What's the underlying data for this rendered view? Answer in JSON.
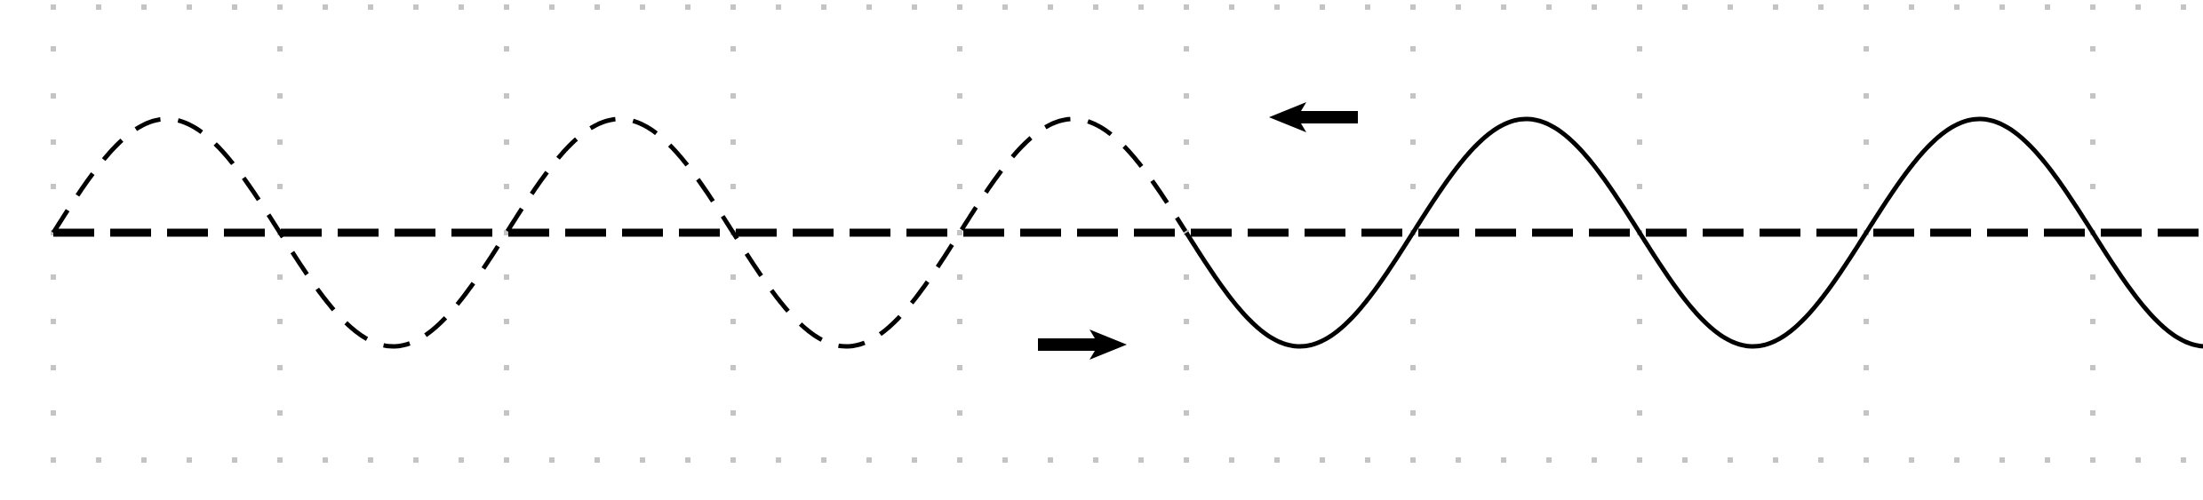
{
  "diagram": {
    "description_type": "standing-wave-reflection",
    "colors": {
      "background": "#ffffff",
      "ink": "#000000",
      "grid_dot": "#c4c4c4"
    },
    "waves": {
      "reflected_wave": {
        "style": "dashed",
        "cycles": 2.5
      },
      "incident_wave": {
        "style": "solid",
        "cycles": 2.25
      },
      "axis": {
        "style": "dashed"
      }
    },
    "arrows": [
      {
        "name": "arrow-left",
        "direction": "left"
      },
      {
        "name": "arrow-right",
        "direction": "right"
      }
    ]
  }
}
